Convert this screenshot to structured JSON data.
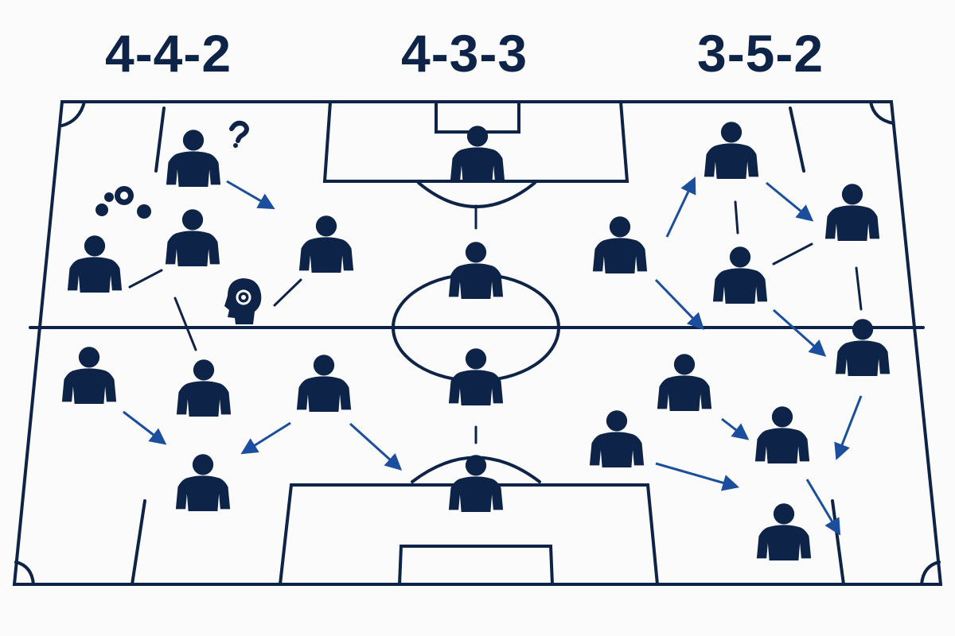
{
  "formations": [
    {
      "id": "442",
      "label": "4-4-2"
    },
    {
      "id": "433",
      "label": "4-3-3"
    },
    {
      "id": "352",
      "label": "3-5-2"
    }
  ],
  "colors": {
    "ink": "#0d2347",
    "arrow": "#1b4e9c",
    "background": "#fbfbfb"
  },
  "icons": [
    "player-icon",
    "question-icon",
    "thinking-dots-icon",
    "strategy-head-icon"
  ]
}
